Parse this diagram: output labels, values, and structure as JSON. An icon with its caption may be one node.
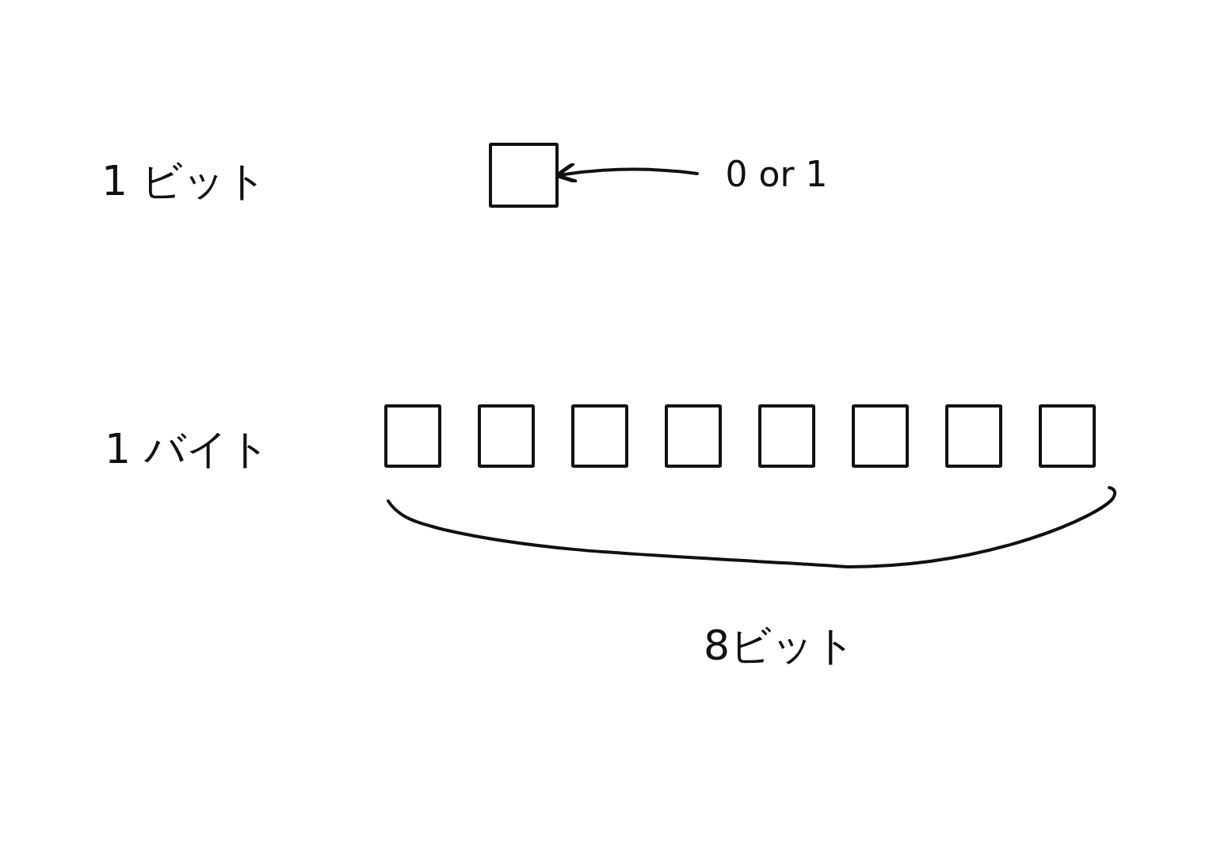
{
  "diagram": {
    "nodes": [
      {
        "text": [],
        "shape": "box"
      },
      {
        "text": [
          "0 or 1"
        ]
      },
      {
        "text": [],
        "shape": "box"
      },
      {
        "text": [],
        "shape": "box"
      },
      {
        "text": [],
        "shape": "box"
      },
      {
        "text": [],
        "shape": "box"
      },
      {
        "text": [],
        "shape": "box"
      },
      {
        "text": [],
        "shape": "box"
      },
      {
        "text": [],
        "shape": "box"
      },
      {
        "text": [],
        "shape": "box"
      }
    ],
    "edges": [
      {
        "from": 1,
        "to": 0,
        "arrow": "to"
      }
    ],
    "labels": [
      "1 ビット",
      "1 バイト",
      "8ビット"
    ]
  }
}
